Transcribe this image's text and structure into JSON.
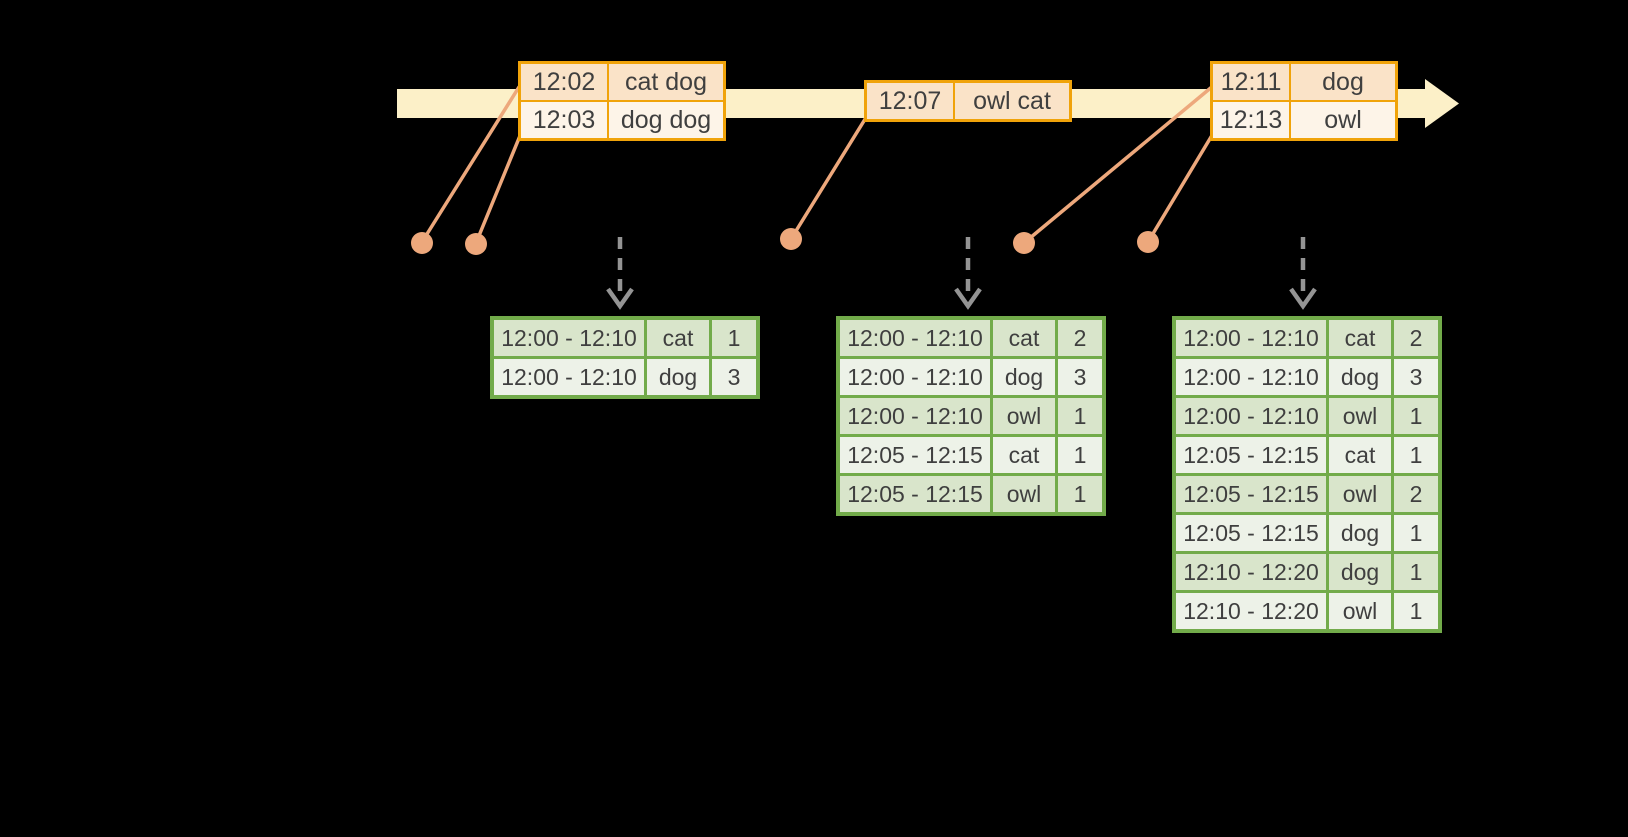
{
  "colors": {
    "background": "#000000",
    "timeline_band": "#FCF0C8",
    "event_border": "#F0A30A",
    "event_fill_dark": "#FAE3C8",
    "event_fill_light": "#FDF4E8",
    "connector": "#EDA87C",
    "result_border": "#72AB4A",
    "result_fill_dark": "#D9E5CB",
    "result_fill_light": "#EDF2E8",
    "trigger_arrow": "#949494",
    "text": "#3F3F3F"
  },
  "icons": {
    "timeline_arrowhead": "right-arrowhead",
    "event_dot": "filled-circle",
    "trigger_arrowhead": "dashed-down-chevron"
  },
  "events": [
    {
      "rows": [
        {
          "time": "12:02",
          "words": "cat dog"
        },
        {
          "time": "12:03",
          "words": "dog dog"
        }
      ]
    },
    {
      "rows": [
        {
          "time": "12:07",
          "words": "owl cat"
        }
      ]
    },
    {
      "rows": [
        {
          "time": "12:11",
          "words": "dog"
        },
        {
          "time": "12:13",
          "words": "owl"
        }
      ]
    }
  ],
  "results": [
    {
      "rows": [
        {
          "window": "12:00 - 12:10",
          "word": "cat",
          "count": "1"
        },
        {
          "window": "12:00 - 12:10",
          "word": "dog",
          "count": "3"
        }
      ]
    },
    {
      "rows": [
        {
          "window": "12:00 - 12:10",
          "word": "cat",
          "count": "2"
        },
        {
          "window": "12:00 - 12:10",
          "word": "dog",
          "count": "3"
        },
        {
          "window": "12:00 - 12:10",
          "word": "owl",
          "count": "1"
        },
        {
          "window": "12:05 - 12:15",
          "word": "cat",
          "count": "1"
        },
        {
          "window": "12:05 - 12:15",
          "word": "owl",
          "count": "1"
        }
      ]
    },
    {
      "rows": [
        {
          "window": "12:00 - 12:10",
          "word": "cat",
          "count": "2"
        },
        {
          "window": "12:00 - 12:10",
          "word": "dog",
          "count": "3"
        },
        {
          "window": "12:00 - 12:10",
          "word": "owl",
          "count": "1"
        },
        {
          "window": "12:05 - 12:15",
          "word": "cat",
          "count": "1"
        },
        {
          "window": "12:05 - 12:15",
          "word": "owl",
          "count": "2"
        },
        {
          "window": "12:05 - 12:15",
          "word": "dog",
          "count": "1"
        },
        {
          "window": "12:10 - 12:20",
          "word": "dog",
          "count": "1"
        },
        {
          "window": "12:10 - 12:20",
          "word": "owl",
          "count": "1"
        }
      ]
    }
  ]
}
